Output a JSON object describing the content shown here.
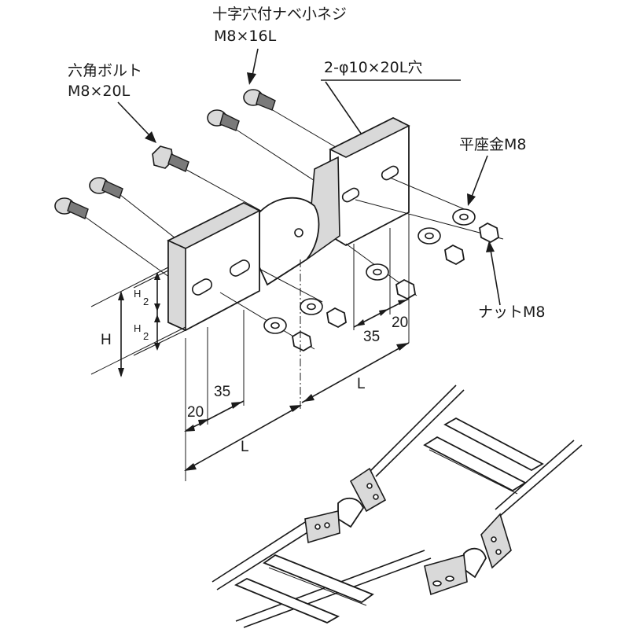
{
  "labels": {
    "pan_screw_name": "十字穴付ナベ小ネジ",
    "pan_screw_size": "M8×16L",
    "hex_bolt_name": "六角ボルト",
    "hex_bolt_size": "M8×20L",
    "slot_spec": "2-φ10×20L穴",
    "washer": "平座金M8",
    "nut": "ナットM8"
  },
  "dimensions": {
    "h": "H",
    "h_half_numerator": "H",
    "h_half_denominator": "2",
    "left_20": "20",
    "left_35": "35",
    "left_l": "L",
    "right_20": "20",
    "right_35": "35",
    "right_l": "L"
  },
  "colors": {
    "line": "#1a1a1a",
    "shade": "#d9d9d9",
    "dark": "#7a7a7a"
  }
}
